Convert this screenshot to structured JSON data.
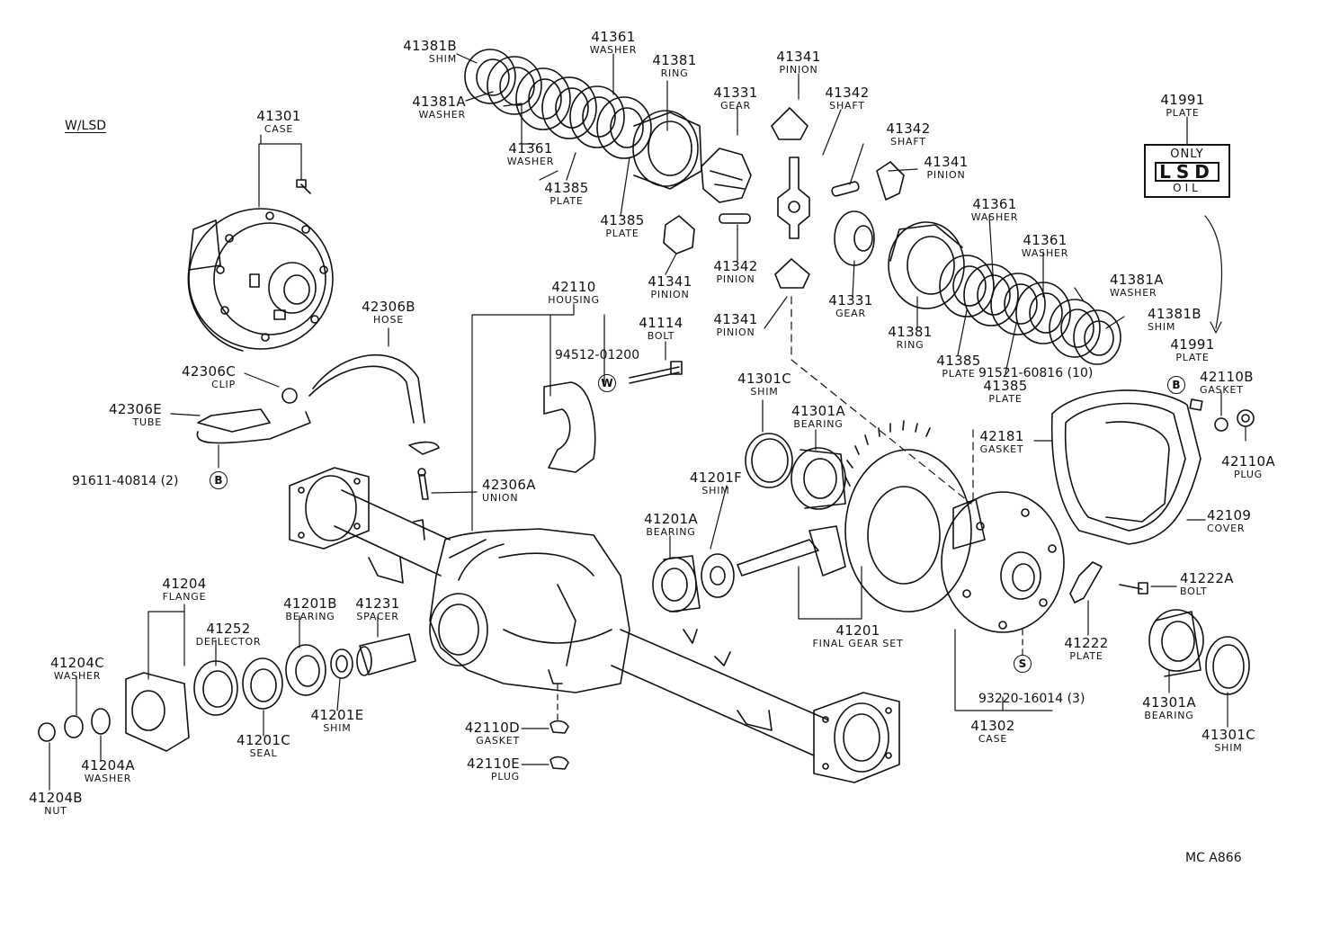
{
  "header": {
    "variant_label": "W/LSD"
  },
  "footer": {
    "drawing_code": "MC A866"
  },
  "lsd_plate": {
    "line1": "ONLY",
    "line2": "LSD",
    "line3": "OIL"
  },
  "callouts": {
    "c41381B_top": {
      "number": "41381B",
      "name": "SHIM"
    },
    "c41361_top": {
      "number": "41361",
      "name": "WASHER"
    },
    "c41381_top": {
      "number": "41381",
      "name": "RING"
    },
    "c41381A_top": {
      "number": "41381A",
      "name": "WASHER"
    },
    "c41331_top": {
      "number": "41331",
      "name": "GEAR"
    },
    "c41341_top": {
      "number": "41341",
      "name": "PINION"
    },
    "c41342_top": {
      "number": "41342",
      "name": "SHAFT"
    },
    "c41301_case": {
      "number": "41301",
      "name": "CASE"
    },
    "c41361_mid": {
      "number": "41361",
      "name": "WASHER"
    },
    "c41385_a": {
      "number": "41385",
      "name": "PLATE"
    },
    "c41385_b": {
      "number": "41385",
      "name": "PLATE"
    },
    "c41342_right": {
      "number": "41342",
      "name": "SHAFT"
    },
    "c41341_right": {
      "number": "41341",
      "name": "PINION"
    },
    "c41991": {
      "number": "41991",
      "name": "PLATE"
    },
    "c41341_left": {
      "number": "41341",
      "name": "PINION"
    },
    "c41342_mid": {
      "number": "41342",
      "name": "PINION"
    },
    "c41341_bot": {
      "number": "41341",
      "name": "PINION"
    },
    "c41331_right": {
      "number": "41331",
      "name": "GEAR"
    },
    "c41361_r1": {
      "number": "41361",
      "name": "WASHER"
    },
    "c41361_r2": {
      "number": "41361",
      "name": "WASHER"
    },
    "c41381A_r": {
      "number": "41381A",
      "name": "WASHER"
    },
    "c41381B_r": {
      "number": "41381B",
      "name": "SHIM"
    },
    "c41381_r": {
      "number": "41381",
      "name": "RING"
    },
    "c41385_r1": {
      "number": "41385",
      "name": "PLATE"
    },
    "c41385_r2": {
      "number": "41385",
      "name": "PLATE"
    },
    "c41991_b": {
      "number": "41991",
      "name": "PLATE"
    },
    "c42306B": {
      "number": "42306B",
      "name": "HOSE"
    },
    "c42110": {
      "number": "42110",
      "name": "HOUSING"
    },
    "c41114": {
      "number": "41114",
      "name": "BOLT"
    },
    "c42306C": {
      "number": "42306C",
      "name": "CLIP"
    },
    "c42306E": {
      "number": "42306E",
      "name": "TUBE"
    },
    "c41301C_top": {
      "number": "41301C",
      "name": "SHIM"
    },
    "c41301A_top": {
      "number": "41301A",
      "name": "BEARING"
    },
    "c42110B": {
      "number": "42110B",
      "name": "GASKET"
    },
    "c42181": {
      "number": "42181",
      "name": "GASKET"
    },
    "c42110A": {
      "number": "42110A",
      "name": "PLUG"
    },
    "c41201F": {
      "number": "41201F",
      "name": "SHIM"
    },
    "c42306A": {
      "number": "42306A",
      "name": "UNION"
    },
    "c41201A": {
      "number": "41201A",
      "name": "BEARING"
    },
    "c42109": {
      "number": "42109",
      "name": "COVER"
    },
    "c41204": {
      "number": "41204",
      "name": "FLANGE"
    },
    "c41201B": {
      "number": "41201B",
      "name": "BEARING"
    },
    "c41231": {
      "number": "41231",
      "name": "SPACER"
    },
    "c41252": {
      "number": "41252",
      "name": "DEFLECTOR"
    },
    "c41222A": {
      "number": "41222A",
      "name": "BOLT"
    },
    "c41201": {
      "number": "41201",
      "name": "FINAL GEAR SET"
    },
    "c41222": {
      "number": "41222",
      "name": "PLATE"
    },
    "c41204C": {
      "number": "41204C",
      "name": "WASHER"
    },
    "c41201E": {
      "number": "41201E",
      "name": "SHIM"
    },
    "c41201C": {
      "number": "41201C",
      "name": "SEAL"
    },
    "c41301A_bot": {
      "number": "41301A",
      "name": "BEARING"
    },
    "c42110D": {
      "number": "42110D",
      "name": "GASKET"
    },
    "c41302": {
      "number": "41302",
      "name": "CASE"
    },
    "c41204A": {
      "number": "41204A",
      "name": "WASHER"
    },
    "c41301C_bot": {
      "number": "41301C",
      "name": "SHIM"
    },
    "c42110E": {
      "number": "42110E",
      "name": "PLUG"
    },
    "c41204B": {
      "number": "41204B",
      "name": "NUT"
    }
  },
  "standalone": {
    "bolt_94512": "94512-01200",
    "bolt_91611": "91611-40814 (2)",
    "bolt_91521": "91521-60816 (10)",
    "bolt_93220": "93220-16014 (3)"
  },
  "symbols": {
    "w": "W",
    "b": "B",
    "s": "S"
  }
}
